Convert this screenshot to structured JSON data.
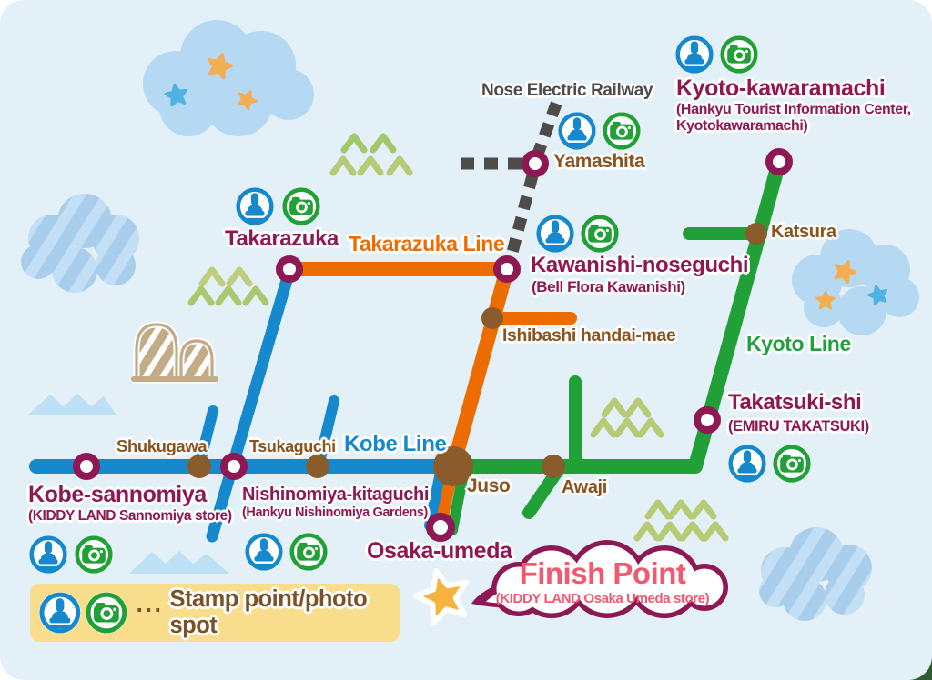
{
  "colors": {
    "background": "#E3F0F8",
    "takarazuka_line": "#ED6C00",
    "kobe_line": "#1689CE",
    "kyoto_line": "#21A038",
    "nose_line": "#4E4B48",
    "station_ring": "#8E1853",
    "interchange_dot": "#8A5C2B",
    "label_brown": "#8A5420",
    "finish_pink": "#F2586F",
    "legend_bg": "#F8DE8C",
    "star_orange": "#F6B33F"
  },
  "lines": {
    "takarazuka": "Takarazuka Line",
    "kobe": "Kobe Line",
    "kyoto": "Kyoto Line",
    "nose": "Nose Electric Railway"
  },
  "stations": {
    "takarazuka": {
      "name": "Takarazuka"
    },
    "yamashita": {
      "name": "Yamashita"
    },
    "kawanishi_noseguchi": {
      "name": "Kawanishi-noseguchi",
      "subtitle": "(Bell Flora Kawanishi)"
    },
    "kyoto_kawaramachi": {
      "name": "Kyoto-kawaramachi",
      "subtitle_line1": "(Hankyu Tourist Information Center,",
      "subtitle_line2": "Kyotokawaramachi)"
    },
    "katsura": {
      "name": "Katsura"
    },
    "takatsuki_shi": {
      "name": "Takatsuki-shi",
      "subtitle": "(EMIRU TAKATSUKI)"
    },
    "ishibashi_handai_mae": {
      "name": "Ishibashi handai-mae"
    },
    "shukugawa": {
      "name": "Shukugawa"
    },
    "tsukaguchi": {
      "name": "Tsukaguchi"
    },
    "kobe_sannomiya": {
      "name": "Kobe-sannomiya",
      "subtitle": "(KIDDY LAND Sannomiya store)"
    },
    "nishinomiya_kitaguchi": {
      "name": "Nishinomiya-kitaguchi",
      "subtitle": "(Hankyu Nishinomiya Gardens)"
    },
    "juso": {
      "name": "Juso"
    },
    "awaji": {
      "name": "Awaji"
    },
    "osaka_umeda": {
      "name": "Osaka-umeda"
    }
  },
  "finish_point": {
    "title": "Finish Point",
    "subtitle": "(KIDDY LAND Osaka Umeda store)"
  },
  "legend": {
    "ellipsis": "···",
    "label": "Stamp point/photo spot",
    "icons": [
      "stamp-icon",
      "camera-icon"
    ]
  }
}
